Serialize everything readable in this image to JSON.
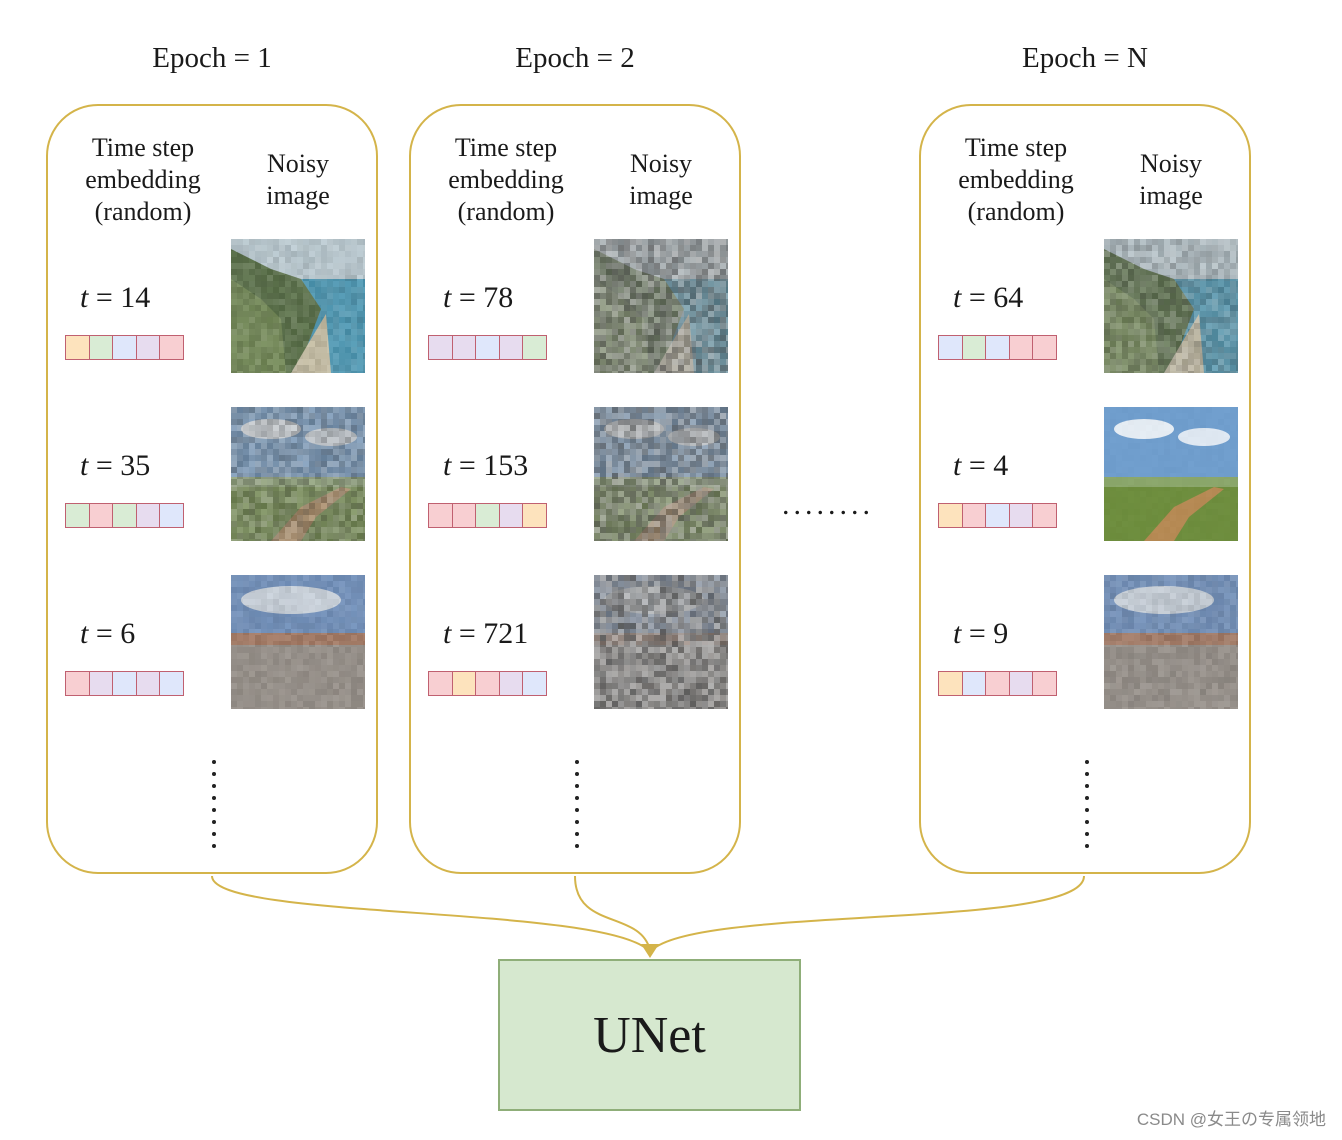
{
  "diagram": {
    "epochs": [
      {
        "title": "Epoch = 1",
        "header_embedding": [
          "Time step",
          "embedding",
          "(random)"
        ],
        "header_image": [
          "Noisy",
          "image"
        ],
        "rows": [
          {
            "t": "14",
            "colors": [
              "#fde3bd",
              "#d9ecd5",
              "#dfe7fb",
              "#e7dcef",
              "#f8cfd2"
            ],
            "scene": "coast",
            "noise": 0.35
          },
          {
            "t": "35",
            "colors": [
              "#d9ecd5",
              "#f8cfd2",
              "#d9ecd5",
              "#e7dcef",
              "#dfe7fb"
            ],
            "scene": "field",
            "noise": 0.6
          },
          {
            "t": "6",
            "colors": [
              "#f8cfd2",
              "#e7dcef",
              "#dfe7fb",
              "#e7dcef",
              "#dfe7fb"
            ],
            "scene": "gravel",
            "noise": 0.25
          }
        ]
      },
      {
        "title": "Epoch = 2",
        "header_embedding": [
          "Time step",
          "embedding",
          "(random)"
        ],
        "header_image": [
          "Noisy",
          "image"
        ],
        "rows": [
          {
            "t": "78",
            "colors": [
              "#e7dcef",
              "#e7dcef",
              "#dfe7fb",
              "#e7dcef",
              "#d9ecd5"
            ],
            "scene": "coast",
            "noise": 0.85
          },
          {
            "t": "153",
            "colors": [
              "#f8cfd2",
              "#f8cfd2",
              "#d9ecd5",
              "#e7dcef",
              "#fde3bd"
            ],
            "scene": "field",
            "noise": 0.82
          },
          {
            "t": "721",
            "colors": [
              "#f8cfd2",
              "#fde3bd",
              "#f8cfd2",
              "#e7dcef",
              "#dfe7fb"
            ],
            "scene": "gravel",
            "noise": 0.97
          }
        ]
      },
      {
        "title": "Epoch = N",
        "header_embedding": [
          "Time step",
          "embedding",
          "(random)"
        ],
        "header_image": [
          "Noisy",
          "image"
        ],
        "rows": [
          {
            "t": "64",
            "colors": [
              "#dfe7fb",
              "#d9ecd5",
              "#dfe7fb",
              "#f8cfd2",
              "#f8cfd2"
            ],
            "scene": "coast",
            "noise": 0.55
          },
          {
            "t": "4",
            "colors": [
              "#fde3bd",
              "#f8cfd2",
              "#dfe7fb",
              "#e7dcef",
              "#f8cfd2"
            ],
            "scene": "field",
            "noise": 0.05
          },
          {
            "t": "9",
            "colors": [
              "#fde3bd",
              "#dfe7fb",
              "#f8cfd2",
              "#e7dcef",
              "#f8cfd2"
            ],
            "scene": "gravel",
            "noise": 0.3
          }
        ]
      }
    ],
    "t_symbol": "t",
    "equals": " = ",
    "ellipsis_between": "........",
    "model_label": "UNet",
    "border_color": "#d4b44a",
    "unet_fill": "#d6e8cf",
    "unet_border": "#8fae79",
    "embedding_border": "#c06070"
  },
  "watermark": "CSDN @女王の专属领地"
}
